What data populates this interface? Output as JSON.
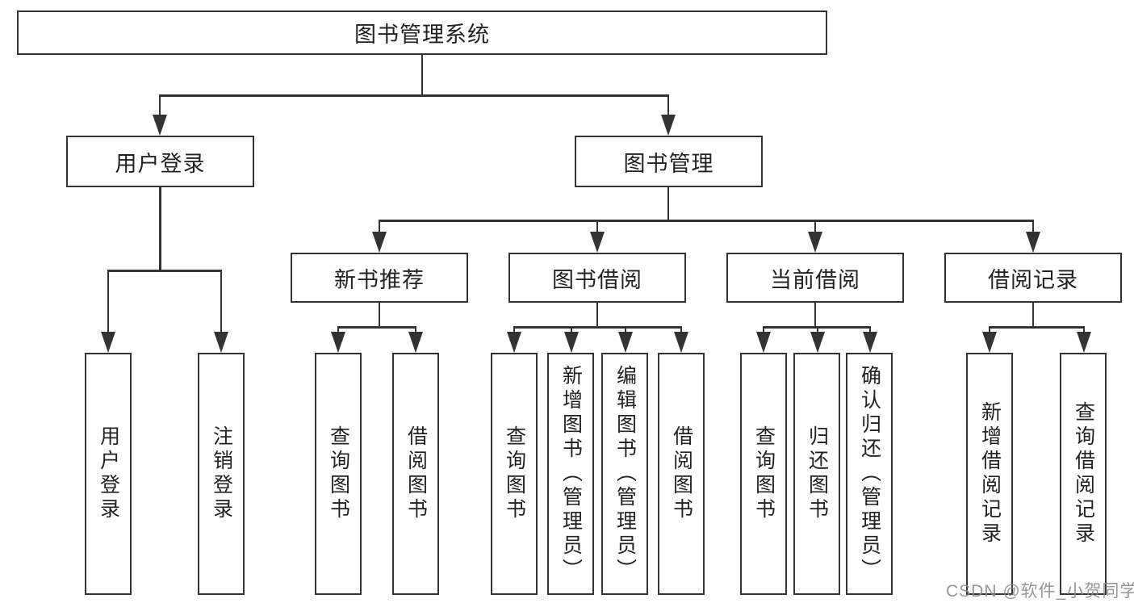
{
  "diagram": {
    "root": "图书管理系统",
    "level2": [
      "用户登录",
      "图书管理"
    ],
    "level3": [
      "新书推荐",
      "图书借阅",
      "当前借阅",
      "借阅记录"
    ],
    "leaves": {
      "user_login": [
        "用户登录",
        "注销登录"
      ],
      "new_book": [
        "查询图书",
        "借阅图书"
      ],
      "book_borrow": [
        "查询图书",
        "新增图书（管理员）",
        "编辑图书（管理员）",
        "借阅图书"
      ],
      "current_borrow": [
        "查询图书",
        "归还图书",
        "确认归还（管理员）"
      ],
      "borrow_record": [
        "新增借阅记录",
        "查询借阅记录"
      ]
    }
  },
  "watermark": {
    "text": "CSDN @软件_小贺同学"
  },
  "colors": {
    "line": "#333333",
    "text": "#222222",
    "background": "#ffffff",
    "watermark": "#8c8c8c"
  }
}
